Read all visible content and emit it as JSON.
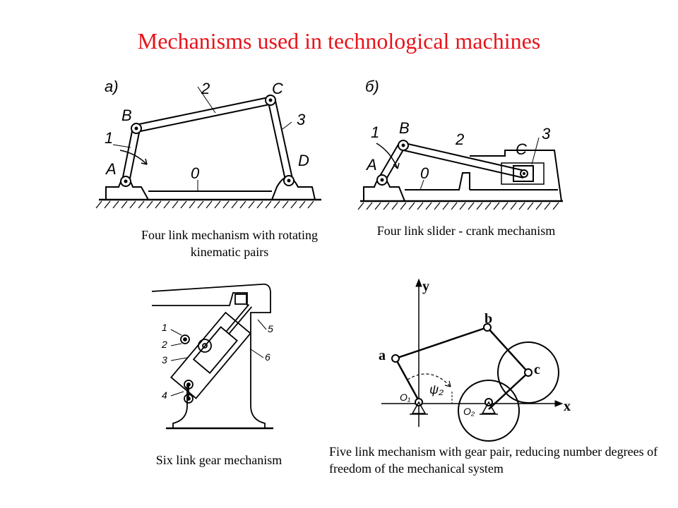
{
  "title": "Mechanisms used in technological machines",
  "figures": {
    "four_link": {
      "variant": "а)",
      "caption": "Four link mechanism with rotating kinematic pairs",
      "labels": {
        "A": "A",
        "B": "B",
        "C": "C",
        "D": "D",
        "link1": "1",
        "link2": "2",
        "link3": "3",
        "frame": "0"
      }
    },
    "slider_crank": {
      "variant": "б)",
      "caption": "Four link slider - crank mechanism",
      "labels": {
        "A": "A",
        "B": "B",
        "C": "C",
        "link1": "1",
        "link2": "2",
        "link3": "3",
        "frame": "0"
      }
    },
    "six_link": {
      "caption": "Six link gear mechanism",
      "labels": {
        "n1": "1",
        "n2": "2",
        "n3": "3",
        "n4": "4",
        "n5": "5",
        "n6": "6"
      }
    },
    "five_link": {
      "caption": "Five link mechanism with gear pair, reducing number degrees of freedom of the mechanical system",
      "labels": {
        "a": "a",
        "b": "b",
        "c": "c",
        "x": "x",
        "y": "y",
        "O1": "O₁",
        "O2": "O₂",
        "phi": "ψ₂"
      }
    }
  }
}
